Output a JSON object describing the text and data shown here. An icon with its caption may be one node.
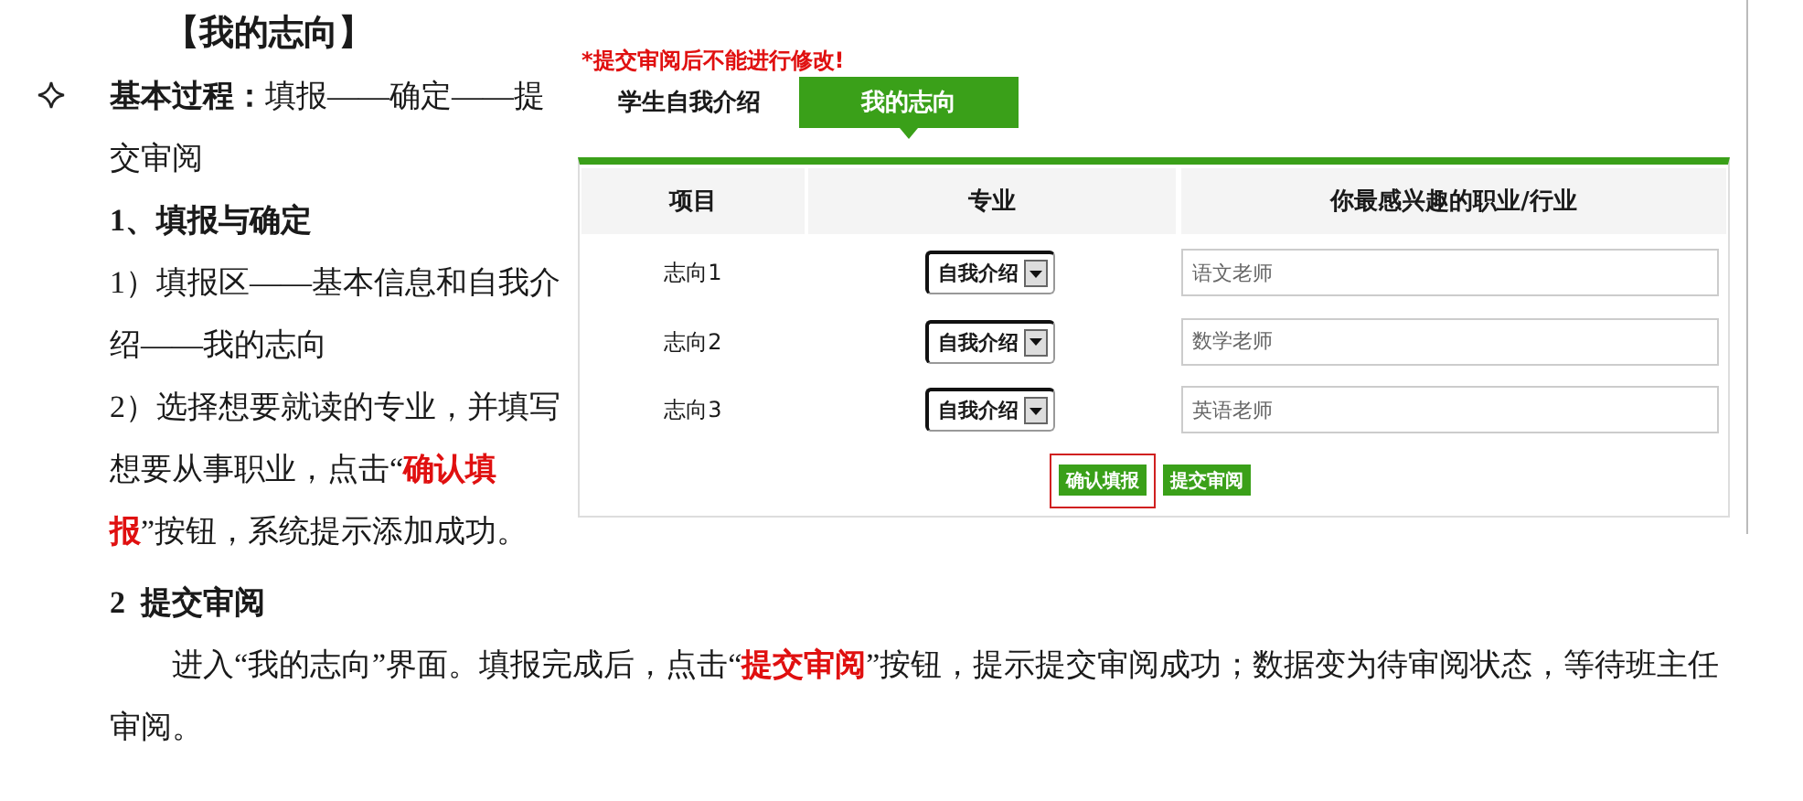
{
  "diagram": {
    "title": "【我的志向】",
    "labels": [
      "**基本过程：**填报——确定——提交审阅",
      "1、填报与确定",
      "1）填报区——基本信息和自我介绍——我的志向",
      "2）选择想要就读的专业，并填写想要从事职业，点击“**确认填报**”按钮，系统提示添加成功。",
      "2  提交审阅",
      "进入“我的志向”界面。填报完成后，点击“**提交审阅**”按钮，提示提交审阅成功；数据变为待审阅状态，等待班主任审阅。",
      "*提交审阅后不能进行修改!",
      "学生自我介绍",
      "我的志向",
      "项目",
      "专业",
      "你最感兴趣的职业/行业",
      "志向1",
      "自我介绍",
      "语文老师",
      "志向2",
      "自我介绍",
      "数学老师",
      "志向3",
      "自我介绍",
      "英语老师",
      "确认填报",
      "提交审阅"
    ]
  }
}
